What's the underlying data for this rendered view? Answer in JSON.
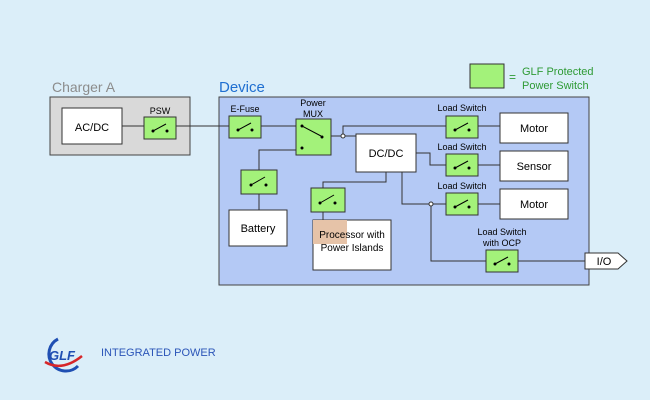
{
  "legend": {
    "line1": "GLF Protected",
    "line2": "Power Switch",
    "equals": "="
  },
  "charger": {
    "title": "Charger A",
    "acdc": "AC/DC",
    "psw": "PSW"
  },
  "device": {
    "title": "Device",
    "efuse": "E-Fuse",
    "mux_line1": "Power",
    "mux_line2": "MUX",
    "dcdc": "DC/DC",
    "battery": "Battery",
    "processor_line1": "Processor with",
    "processor_line2": "Power Islands",
    "load_switch": "Load Switch",
    "ocp_line1": "Load Switch",
    "ocp_line2": "with OCP",
    "motor": "Motor",
    "sensor": "Sensor",
    "io": "I/O"
  },
  "footer": {
    "brand": "GLF",
    "tagline": "INTEGRATED POWER"
  },
  "colors": {
    "background": "#dbeef9",
    "device_fill": "#b4c9f5",
    "charger_fill": "#d9d9d9",
    "switch_green": "#a3f27a",
    "device_title": "#1f6fd1",
    "legend_text": "#2e9a34",
    "footer_text": "#2b55b8",
    "logo_blue": "#1f4fb3",
    "logo_red": "#d6262a"
  }
}
